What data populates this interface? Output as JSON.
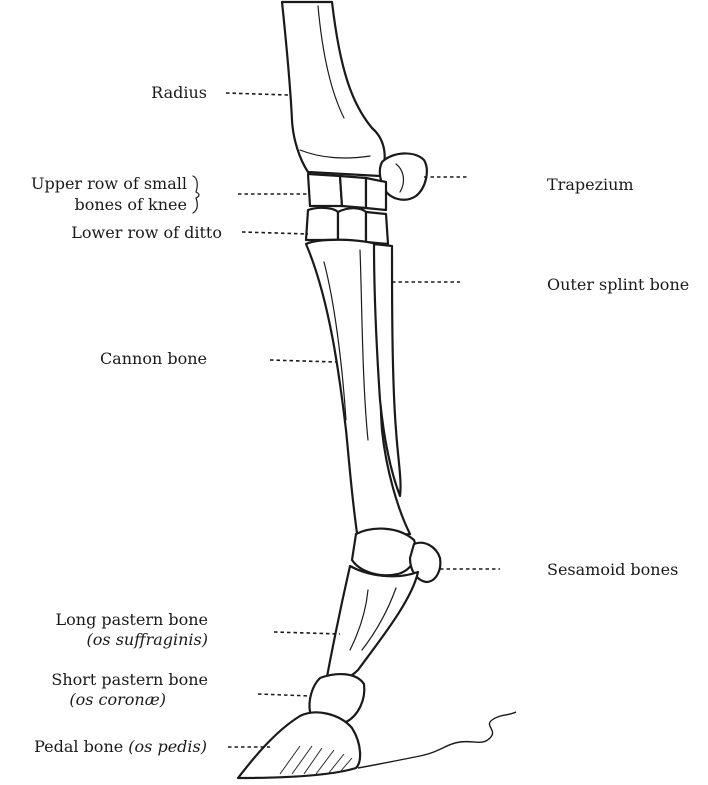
{
  "labels": {
    "radius": "Radius",
    "upper_row_line1": "Upper row of small",
    "upper_row_line2": "bones of knee",
    "lower_row": "Lower row of ditto",
    "cannon": "Cannon bone",
    "long_pastern": "Long pastern bone",
    "long_pastern_latin": "(os suffraginis)",
    "short_pastern": "Short pastern bone",
    "short_pastern_latin": "(os coronæ)",
    "pedal_prefix": "Pedal bone ",
    "pedal_latin": "(os pedis)",
    "trapezium": "Trapezium",
    "outer_splint": "Outer splint bone",
    "sesamoid": "Sesamoid bones"
  }
}
